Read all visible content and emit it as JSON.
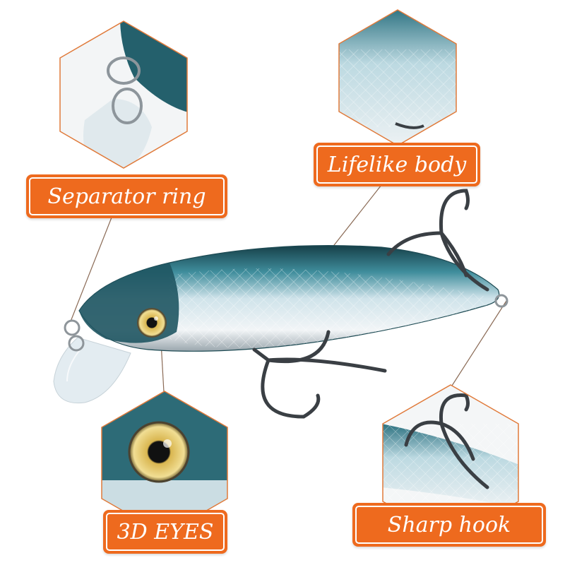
{
  "labels": {
    "separator_ring": "Separator ring",
    "lifelike_body": "Lifelike body",
    "eyes_3d": "3D EYES",
    "sharp_hook": "Sharp hook"
  },
  "colors": {
    "label_bg": "#ee6a1e",
    "label_text": "#ffffff",
    "lure_back": "#2f6f7a",
    "lure_belly": "#e8eef2",
    "hexagon_outline": "#e07a3a"
  }
}
